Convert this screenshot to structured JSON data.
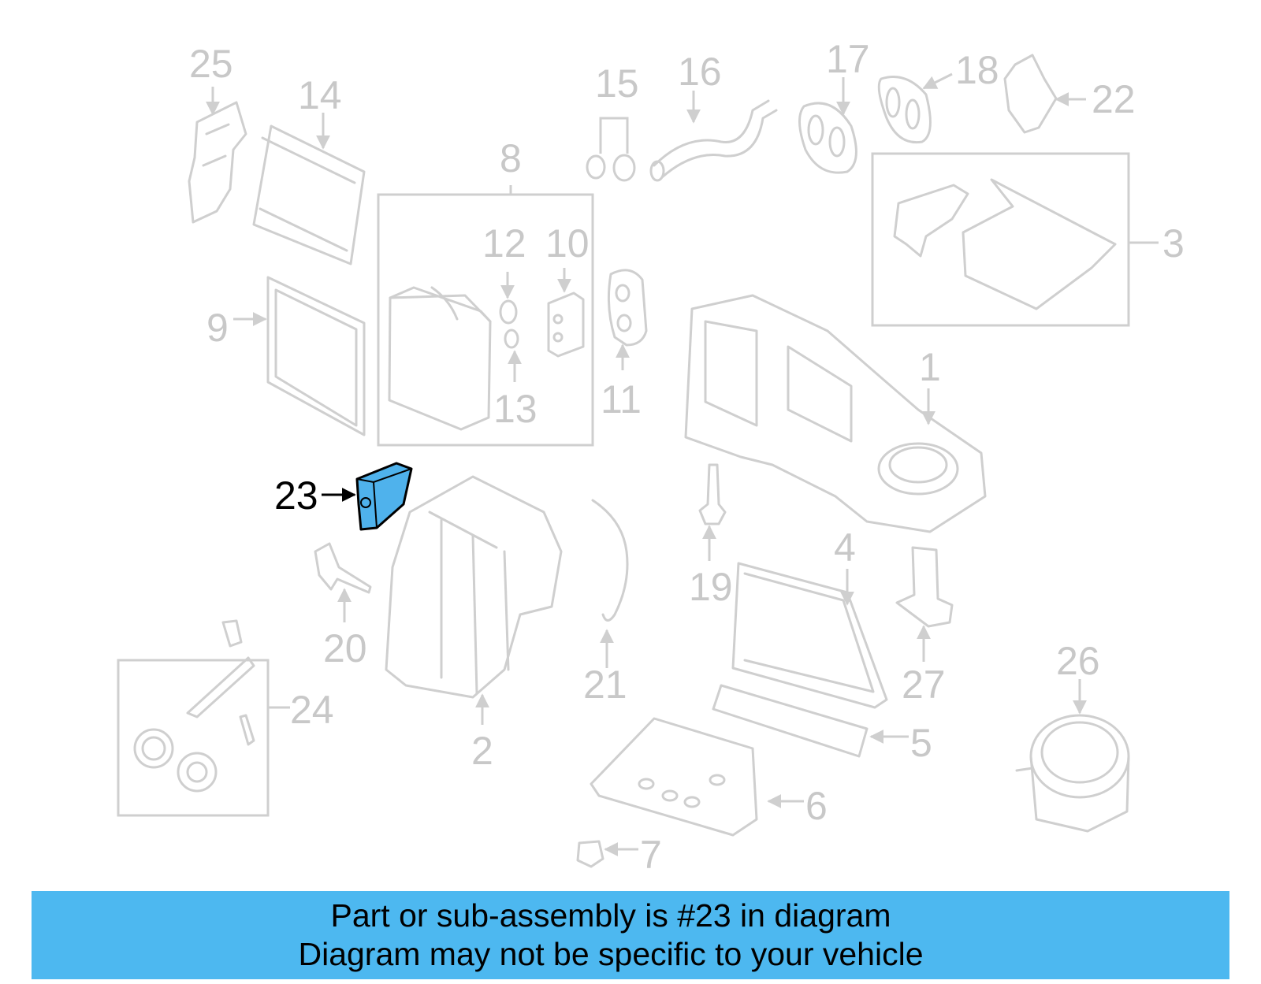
{
  "diagram": {
    "highlight_color": "#4fb2ec",
    "line_color": "#cfcfcf",
    "highlighted_callout": "23",
    "callouts": [
      "1",
      "2",
      "3",
      "4",
      "5",
      "6",
      "7",
      "8",
      "9",
      "10",
      "11",
      "12",
      "13",
      "14",
      "15",
      "16",
      "17",
      "18",
      "19",
      "20",
      "21",
      "22",
      "23",
      "24",
      "25",
      "26",
      "27"
    ]
  },
  "banner": {
    "color": "#4db8f0",
    "line1": "Part or sub-assembly is #23 in diagram",
    "line2": "Diagram may not be specific to your vehicle"
  }
}
